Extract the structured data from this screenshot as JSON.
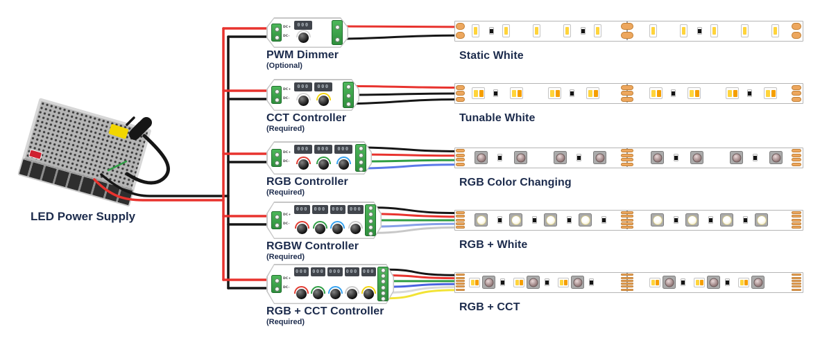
{
  "colors": {
    "title": "#1c2b4c",
    "wire_positive": "#e8332e",
    "wire_negative": "#161616",
    "wire_ground_green": "#2f9e44",
    "terminal_green": "#3fa34d",
    "copper_pad": "#eda75e"
  },
  "power_supply": {
    "label": "LED Power Supply"
  },
  "controller_common": {
    "display_digits": "000",
    "input_labels": [
      "DC+",
      "DC-"
    ]
  },
  "controllers": [
    {
      "name": "PWM Dimmer",
      "note": "(Optional)",
      "display_count": 1,
      "knob_colors": [
        "#d8d8d8"
      ],
      "output_wire_colors": [
        "#e8332e",
        "#161616"
      ]
    },
    {
      "name": "CCT Controller",
      "note": "(Required)",
      "display_count": 2,
      "knob_colors": [
        "#d8d8d8",
        "#f2d40e"
      ],
      "output_wire_colors": [
        "#e8332e",
        "#161616",
        "#161616"
      ]
    },
    {
      "name": "RGB Controller",
      "note": "(Required)",
      "display_count": 3,
      "knob_colors": [
        "#e23c32",
        "#2f9e44",
        "#35a2f0"
      ],
      "output_wire_colors": [
        "#161616",
        "#e8332e",
        "#2f9e44",
        "#5b79e8"
      ]
    },
    {
      "name": "RGBW Controller",
      "note": "(Required)",
      "display_count": 4,
      "knob_colors": [
        "#e23c32",
        "#2f9e44",
        "#35a2f0",
        "#cccccc"
      ],
      "output_wire_colors": [
        "#161616",
        "#e8332e",
        "#2f9e44",
        "#87a0e8",
        "#c8c8c8"
      ]
    },
    {
      "name": "RGB + CCT Controller",
      "note": "(Required)",
      "display_count": 5,
      "knob_colors": [
        "#e23c32",
        "#2f9e44",
        "#35a2f0",
        "#cccccc",
        "#f2d40e"
      ],
      "output_wire_colors": [
        "#161616",
        "#e8332e",
        "#2f9e44",
        "#4a63e0",
        "#d8d8d8",
        "#f2e335"
      ]
    }
  ],
  "strips": [
    {
      "label": "Static White",
      "type": "single_white",
      "pad_count": 2
    },
    {
      "label": "Tunable White",
      "type": "dual_white",
      "pad_count": 3
    },
    {
      "label": "RGB Color Changing",
      "type": "rgb",
      "pad_count": 4
    },
    {
      "label": "RGB + White",
      "type": "rgbw",
      "pad_count": 5
    },
    {
      "label": "RGB + CCT",
      "type": "rgb_cct",
      "pad_count": 6
    }
  ]
}
